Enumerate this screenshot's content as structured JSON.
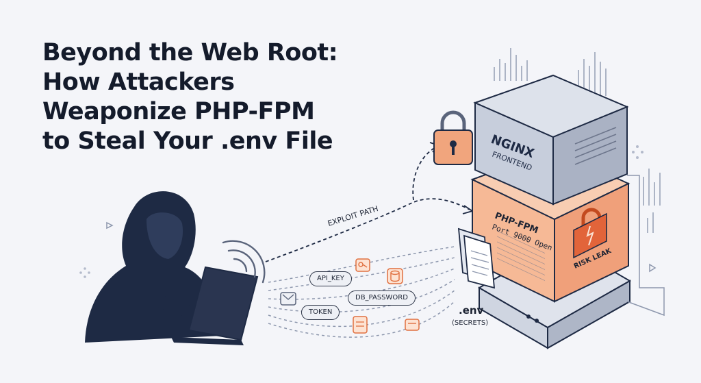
{
  "title_lines": [
    "Beyond the Web Root:",
    "How Attackers",
    "Weaponize PHP-FPM",
    "to Steal Your .env File"
  ],
  "exploit_label": "EXPLOIT PATH",
  "server": {
    "nginx_logo": "NGINX",
    "nginx_sub": "FRONTEND",
    "fpm_title": "PHP-FPM",
    "fpm_port": "Port 9000 Open",
    "risk_label": "RISK LEAK"
  },
  "env_file": {
    "name": ".env",
    "caption": "(SECRETS)"
  },
  "secrets": [
    "API_KEY",
    "DB_PASSWORD",
    "TOKEN"
  ],
  "colors": {
    "navy": "#1e2a44",
    "orange": "#f0a07a",
    "orange_dark": "#d9663b",
    "slate": "#8d97ad"
  },
  "icons": [
    "hacker-figure",
    "laptop-icon",
    "wifi-signal-icon",
    "padlock-locked-icon",
    "padlock-broken-icon",
    "document-icon",
    "database-icon",
    "key-icon",
    "mail-icon",
    "card-icon"
  ]
}
